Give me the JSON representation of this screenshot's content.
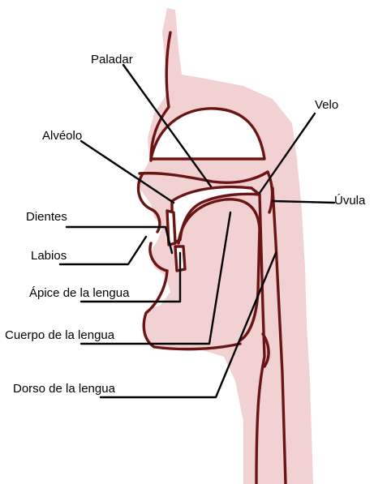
{
  "labels": {
    "paladar": "Paladar",
    "velo": "Velo",
    "alveolo": "Alvéolo",
    "uvula": "Úvula",
    "dientes": "Dientes",
    "labios": "Labios",
    "apice": "Ápice de la lengua",
    "cuerpo": "Cuerpo de la lengua",
    "dorso": "Dorso de la lengua"
  },
  "colors": {
    "tissue_fill": "#f1d1d1",
    "tissue_outline": "#6b1414",
    "leader_line": "#000000",
    "label_text": "#000000"
  }
}
